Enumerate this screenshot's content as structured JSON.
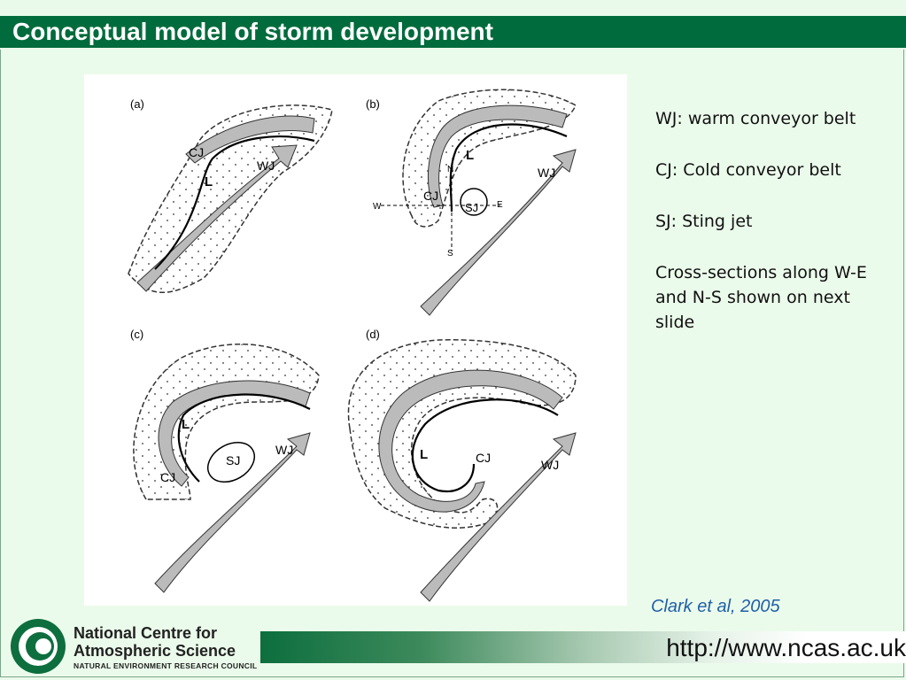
{
  "slide": {
    "title": "Conceptual  model of storm development"
  },
  "figure": {
    "panels": [
      {
        "label": "(a)",
        "jets": [
          "CJ",
          "WJ"
        ],
        "low": "L"
      },
      {
        "label": "(b)",
        "jets": [
          "CJ",
          "WJ",
          "SJ"
        ],
        "low": "L",
        "compass": [
          "N",
          "S",
          "W",
          "E"
        ]
      },
      {
        "label": "(c)",
        "jets": [
          "CJ",
          "WJ",
          "SJ"
        ],
        "low": "L"
      },
      {
        "label": "(d)",
        "jets": [
          "CJ",
          "WJ"
        ],
        "low": "L"
      }
    ]
  },
  "legend": {
    "wj": "WJ: warm conveyor belt",
    "cj": "CJ: Cold conveyor belt",
    "sj": "SJ: Sting jet",
    "note": "Cross-sections along W-E and N-S shown on next slide"
  },
  "citation": "Clark et al, 2005",
  "footer": {
    "org_line1": "National Centre for",
    "org_line2": "Atmospheric Science",
    "org_line3": "NATURAL ENVIRONMENT RESEARCH COUNCIL",
    "url": "http://www.ncas.ac.uk"
  },
  "colors": {
    "title_band": "#006b3c",
    "background": "#ebfbeb",
    "citation": "#1f5fa8"
  }
}
